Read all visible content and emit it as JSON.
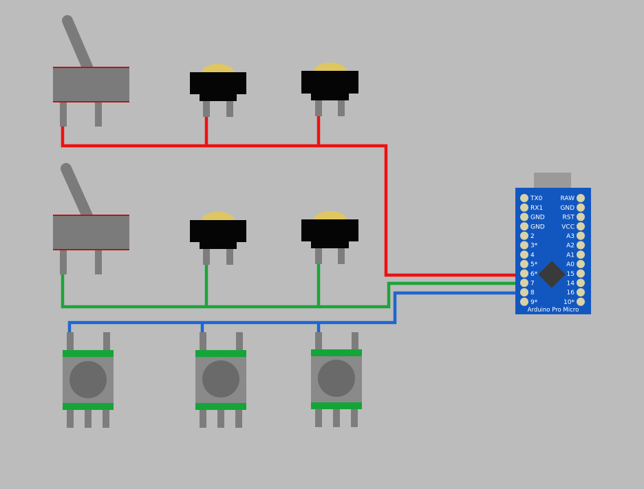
{
  "colors": {
    "background": "#bcbcbc",
    "wire_red": "#ee1111",
    "wire_green": "#1ea33a",
    "wire_blue": "#1f66d0",
    "board_blue": "#1257c0",
    "pad_gold": "#d8d2a6",
    "led_yellow": "#e0c660",
    "component_gray": "#7b7b7b",
    "pin_gray": "#7d7d7d",
    "encoder_green": "#14a538",
    "body_black": "#050505"
  },
  "arduino": {
    "name": "Arduino Pro Micro",
    "left_pins": [
      "TX0",
      "RX1",
      "GND",
      "GND",
      "2",
      "3*",
      "4",
      "5*",
      "6*",
      "7",
      "8",
      "9*"
    ],
    "right_pins": [
      "RAW",
      "GND",
      "RST",
      "VCC",
      "A3",
      "A2",
      "A1",
      "A0",
      "15",
      "14",
      "16",
      "10*"
    ]
  },
  "components": {
    "toggle_switches": [
      {
        "name": "toggle-switch-1",
        "wire": "red"
      },
      {
        "name": "toggle-switch-2",
        "wire": "green"
      }
    ],
    "pushbuttons": [
      {
        "name": "pushbutton-1",
        "wire": "red"
      },
      {
        "name": "pushbutton-2",
        "wire": "red"
      },
      {
        "name": "pushbutton-3",
        "wire": "green"
      },
      {
        "name": "pushbutton-4",
        "wire": "green"
      }
    ],
    "rotary_encoders": [
      {
        "name": "rotary-encoder-1",
        "wire": "blue"
      },
      {
        "name": "rotary-encoder-2",
        "wire": "blue"
      },
      {
        "name": "rotary-encoder-3",
        "wire": "blue"
      }
    ]
  },
  "wires": [
    {
      "name": "wire-red",
      "color": "red",
      "board_pin": "6*"
    },
    {
      "name": "wire-green",
      "color": "green",
      "board_pin": "7"
    },
    {
      "name": "wire-blue",
      "color": "blue",
      "board_pin": "8"
    }
  ]
}
